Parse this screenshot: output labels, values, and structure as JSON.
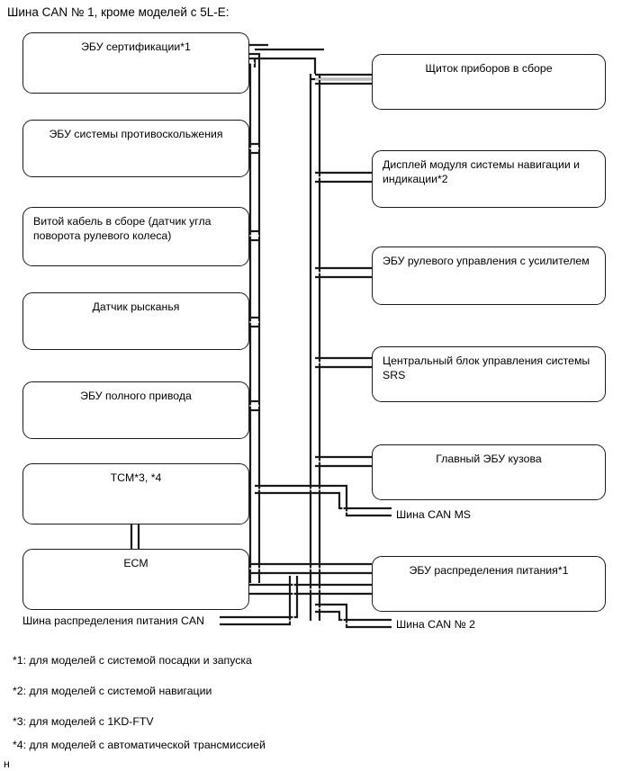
{
  "title": "Шина CAN № 1, кроме моделей с 5L-E:",
  "colors": {
    "line": "#1a1a1a",
    "background": "#ffffff",
    "text": "#000000"
  },
  "left_nodes": [
    {
      "label": "ЭБУ сертификации*1",
      "align": "center"
    },
    {
      "label": "ЭБУ системы противоскольжения",
      "align": "center"
    },
    {
      "label": "Витой кабель в сборе (датчик угла поворота рулевого колеса)",
      "align": "left"
    },
    {
      "label": "Датчик рысканья",
      "align": "center"
    },
    {
      "label": "ЭБУ полного привода",
      "align": "center"
    },
    {
      "label": "TCM*3, *4",
      "align": "center"
    },
    {
      "label": "ECM",
      "align": "center"
    }
  ],
  "right_nodes": [
    {
      "label": "Щиток приборов в сборе",
      "align": "center"
    },
    {
      "label": "Дисплей модуля системы навигации и индикации*2",
      "align": "left"
    },
    {
      "label": "ЭБУ рулевого управления с усилителем",
      "align": "left"
    },
    {
      "label": "Центральный блок управления системы SRS",
      "align": "left"
    },
    {
      "label": "Главный ЭБУ кузова",
      "align": "center"
    },
    {
      "label": "ЭБУ распределения питания*1",
      "align": "center"
    }
  ],
  "bus_labels": [
    {
      "label": "Шина CAN MS"
    },
    {
      "label": "Шина распределения питания CAN"
    },
    {
      "label": "Шина CAN № 2"
    }
  ],
  "footnotes": [
    "*1: для моделей с системой посадки и запуска",
    "*2: для моделей с системой навигации",
    "*3: для моделей с 1KD-FTV",
    "*4: для моделей с автоматической трансмиссией"
  ],
  "trailing_text": "н"
}
